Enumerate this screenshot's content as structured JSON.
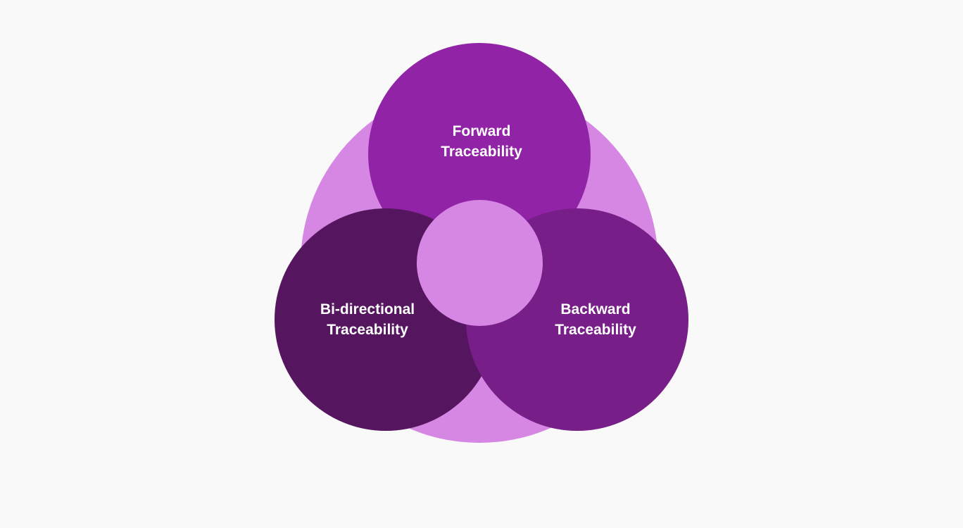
{
  "colors": {
    "background": "#f9f9f9",
    "outer_circle": "#d687e3",
    "forward": "#9124a6",
    "bidirectional": "#55165f",
    "backward": "#771e88",
    "center": "#d687e3",
    "label_text": "#ffffff"
  },
  "forward": {
    "line1": "Forward",
    "line2": "Traceability"
  },
  "bidirectional": {
    "line1": "Bi-directional",
    "line2": "Traceability"
  },
  "backward": {
    "line1": "Backward",
    "line2": "Traceability"
  }
}
